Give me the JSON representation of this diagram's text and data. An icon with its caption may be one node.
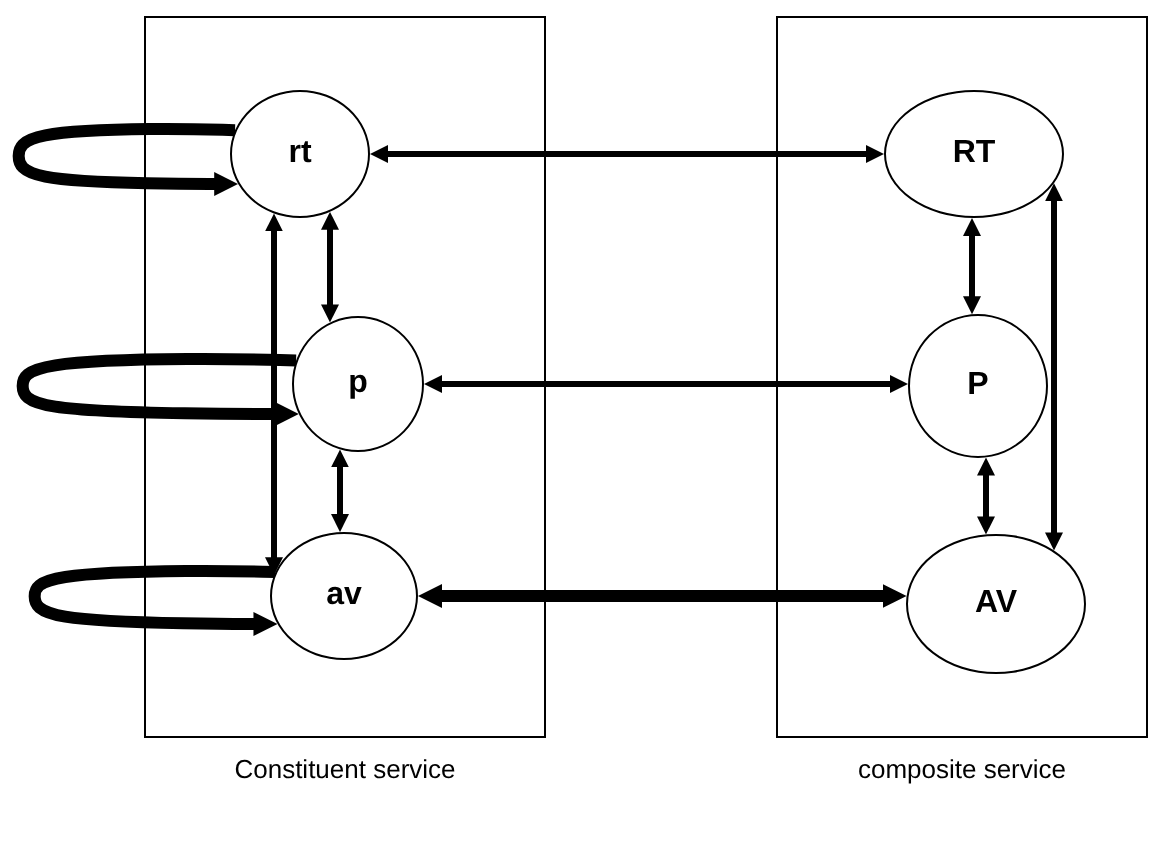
{
  "diagram": {
    "nodes": [
      {
        "text": [
          "Constituent service"
        ]
      },
      {
        "text": [
          "composite service"
        ]
      },
      {
        "text": [
          "rt"
        ],
        "in": 0
      },
      {
        "text": [
          "p"
        ],
        "in": 0
      },
      {
        "text": [
          "av"
        ],
        "in": 0
      },
      {
        "text": [
          "RT"
        ],
        "in": 1
      },
      {
        "text": [
          "P"
        ],
        "in": 1
      },
      {
        "text": [
          "AV"
        ],
        "in": 1
      }
    ],
    "edges": [
      {
        "from": 2,
        "to": 2,
        "arrow": "to",
        "style": "thick"
      },
      {
        "from": 3,
        "to": 3,
        "arrow": "to",
        "style": "thick"
      },
      {
        "from": 4,
        "to": 4,
        "arrow": "to",
        "style": "thick"
      },
      {
        "from": 2,
        "to": 3,
        "arrow": "both"
      },
      {
        "from": 3,
        "to": 4,
        "arrow": "both"
      },
      {
        "from": 2,
        "to": 4,
        "arrow": "both"
      },
      {
        "from": 2,
        "to": 5,
        "arrow": "both"
      },
      {
        "from": 3,
        "to": 6,
        "arrow": "both"
      },
      {
        "from": 4,
        "to": 7,
        "arrow": "both",
        "style": "thick"
      },
      {
        "from": 5,
        "to": 6,
        "arrow": "both"
      },
      {
        "from": 6,
        "to": 7,
        "arrow": "both"
      },
      {
        "from": 5,
        "to": 7,
        "arrow": "both"
      }
    ]
  }
}
